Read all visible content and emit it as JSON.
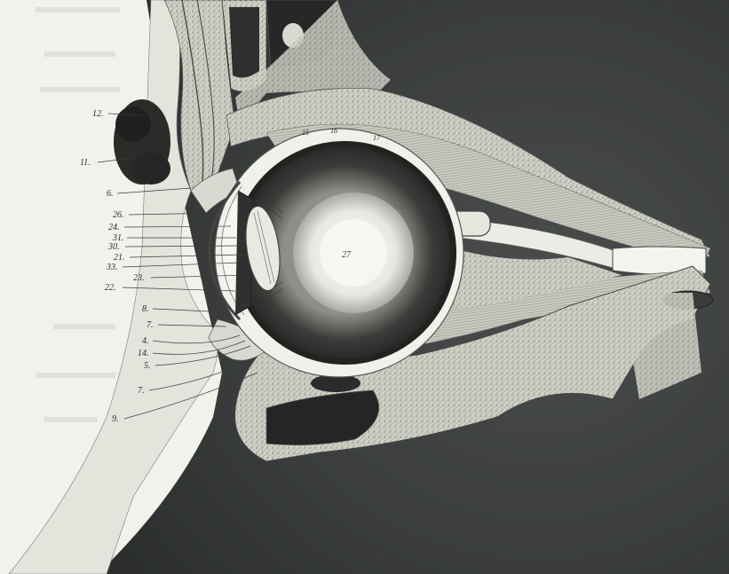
{
  "image": {
    "subject": "engraved anatomical cross-section of the human eye and orbit",
    "style": "monochrome engraving",
    "colors": {
      "paper": "#efefe9",
      "skin": "#e6e6df",
      "shadow_dark": "#2f3232",
      "shadow_mid": "#5c5f5d",
      "bone": "#d4d4cb",
      "sclera": "#f1f1ec",
      "choroid": "#353534",
      "vitreous": "#f4f4ef"
    }
  },
  "labels": {
    "l12": "12.",
    "l11": "11.",
    "l6": "6.",
    "l26": "26.",
    "l24": "24.",
    "l31": "31.",
    "l30": "30.",
    "l21": "21.",
    "l33": "33.",
    "l23": "23.",
    "l22": "22.",
    "l8": "8.",
    "l7a": "7.",
    "l4": "4.",
    "l14": "14.",
    "l5": "5.",
    "l7b": "7.",
    "l9": "9.",
    "lens": "27"
  }
}
